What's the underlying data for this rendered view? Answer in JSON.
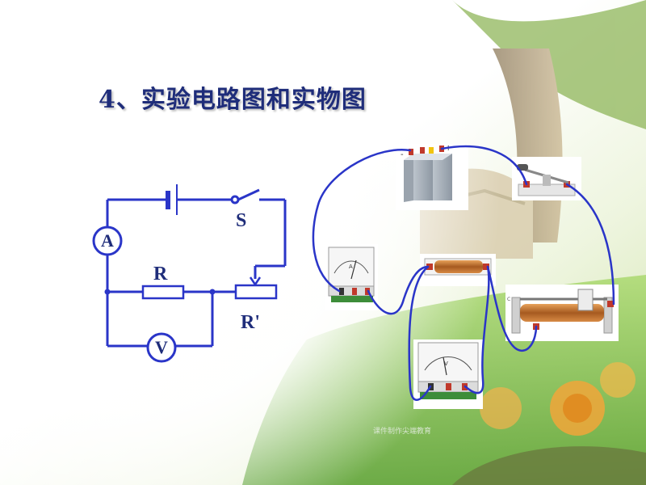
{
  "slide": {
    "title": "4、实验电路图和实物图",
    "watermark": "课件制作尖端教育"
  },
  "circuit_diagram": {
    "ammeter_symbol": "A",
    "voltmeter_symbol": "V",
    "switch_label": "S",
    "resistor_label": "R",
    "rheostat_label": "R'"
  },
  "colors": {
    "wire": "#2a35c8",
    "label": "#1f2d7a",
    "grass": "#7cc43e",
    "sky": "#eef6dc"
  },
  "apparatus": [
    "battery",
    "switch",
    "ammeter",
    "resistor",
    "rheostat",
    "voltmeter"
  ]
}
